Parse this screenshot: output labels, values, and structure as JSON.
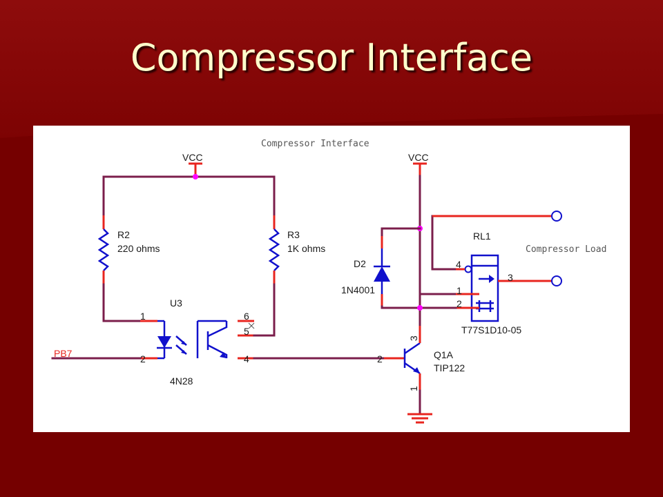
{
  "slide": {
    "title": "Compressor Interface"
  },
  "schematic": {
    "sheet_title": "Compressor Interface",
    "load_label": "Compressor Load",
    "vcc_left": "VCC",
    "vcc_right": "VCC",
    "r2": {
      "ref": "R2",
      "value": "220 ohms"
    },
    "r3": {
      "ref": "R3",
      "value": "1K ohms"
    },
    "u3": {
      "ref": "U3",
      "part": "4N28",
      "pins": [
        "1",
        "2",
        "6",
        "5",
        "4"
      ]
    },
    "pb7": "PB7",
    "d2": {
      "ref": "D2",
      "part": "1N4001"
    },
    "rl1": {
      "ref": "RL1",
      "part": "T77S1D10-05",
      "pins": [
        "4",
        "3",
        "1",
        "2"
      ]
    },
    "q1": {
      "ref": "Q1A",
      "part": "TIP122",
      "pins": [
        "2",
        "3",
        "1"
      ]
    }
  },
  "colors": {
    "background": "#7a0000",
    "title_text": "#ffffcc",
    "wire": "#7b1e4b",
    "pin": "#e8251f",
    "component": "#1010cc",
    "junction": "#ff00ff",
    "pb7_label": "#e8251f"
  }
}
